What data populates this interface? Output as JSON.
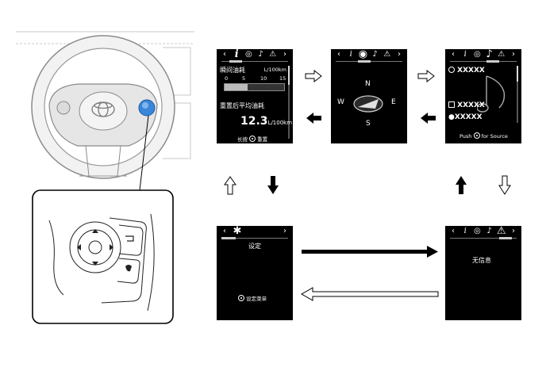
{
  "tab_glyphs": {
    "prev": "‹",
    "next": "›",
    "info": "i",
    "eco": "◎",
    "compass": "◉",
    "music": "♪",
    "warning": "⚠",
    "settings": "✱"
  },
  "screen_fuel": {
    "instant_label": "瞬间油耗",
    "unit": "L/100km",
    "scale_ticks": [
      "0",
      "5",
      "10",
      "15"
    ],
    "avg_label": "重置后平均油耗",
    "avg_value": "12.3",
    "avg_unit": "L/100km",
    "hint_text": "长按",
    "hint_action": "重置"
  },
  "screen_compass": {
    "n": "N",
    "s": "S",
    "e": "E",
    "w": "W"
  },
  "screen_audio": {
    "line1": "XXXXX",
    "line2": "XXXXX",
    "line3": "XXXXX",
    "hint_push": "Push",
    "hint_source": "for Source"
  },
  "screen_settings": {
    "title": "设定",
    "menu_label": "设定菜单"
  },
  "screen_noinfo": {
    "message": "无信息"
  },
  "colors": {
    "screen_bg": "#000000",
    "switch_blue": "#3a86d8",
    "line": "#555555"
  }
}
